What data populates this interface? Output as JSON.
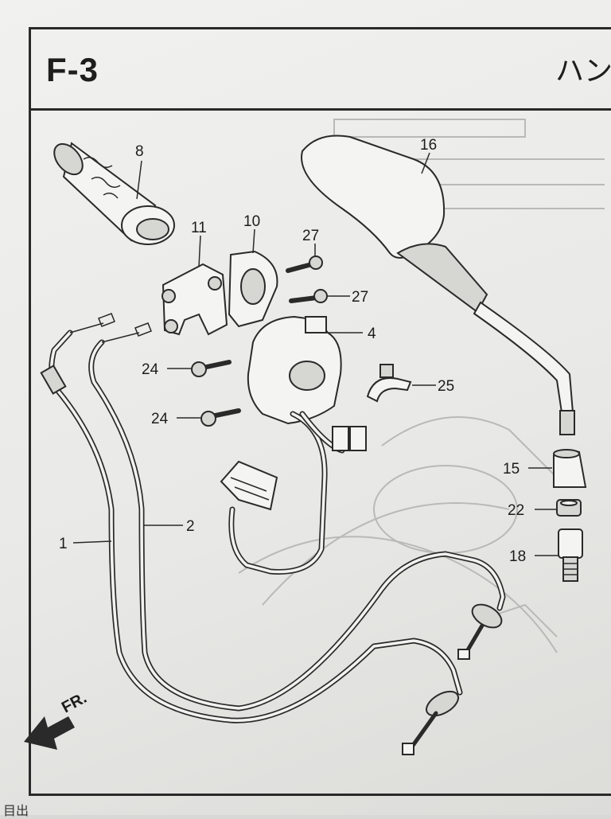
{
  "page": {
    "code": "F-3",
    "header_jp": "ハン",
    "footer_jp": "目出"
  },
  "diagram": {
    "direction_label": "FR.",
    "callouts": [
      {
        "id": "p8",
        "label": "8"
      },
      {
        "id": "p16",
        "label": "16"
      },
      {
        "id": "p11",
        "label": "11"
      },
      {
        "id": "p10",
        "label": "10"
      },
      {
        "id": "p27a",
        "label": "27"
      },
      {
        "id": "p27b",
        "label": "27"
      },
      {
        "id": "p4",
        "label": "4"
      },
      {
        "id": "p24a",
        "label": "24"
      },
      {
        "id": "p24b",
        "label": "24"
      },
      {
        "id": "p25",
        "label": "25"
      },
      {
        "id": "p15",
        "label": "15"
      },
      {
        "id": "p22",
        "label": "22"
      },
      {
        "id": "p18",
        "label": "18"
      },
      {
        "id": "p1",
        "label": "1"
      },
      {
        "id": "p2",
        "label": "2"
      }
    ]
  }
}
